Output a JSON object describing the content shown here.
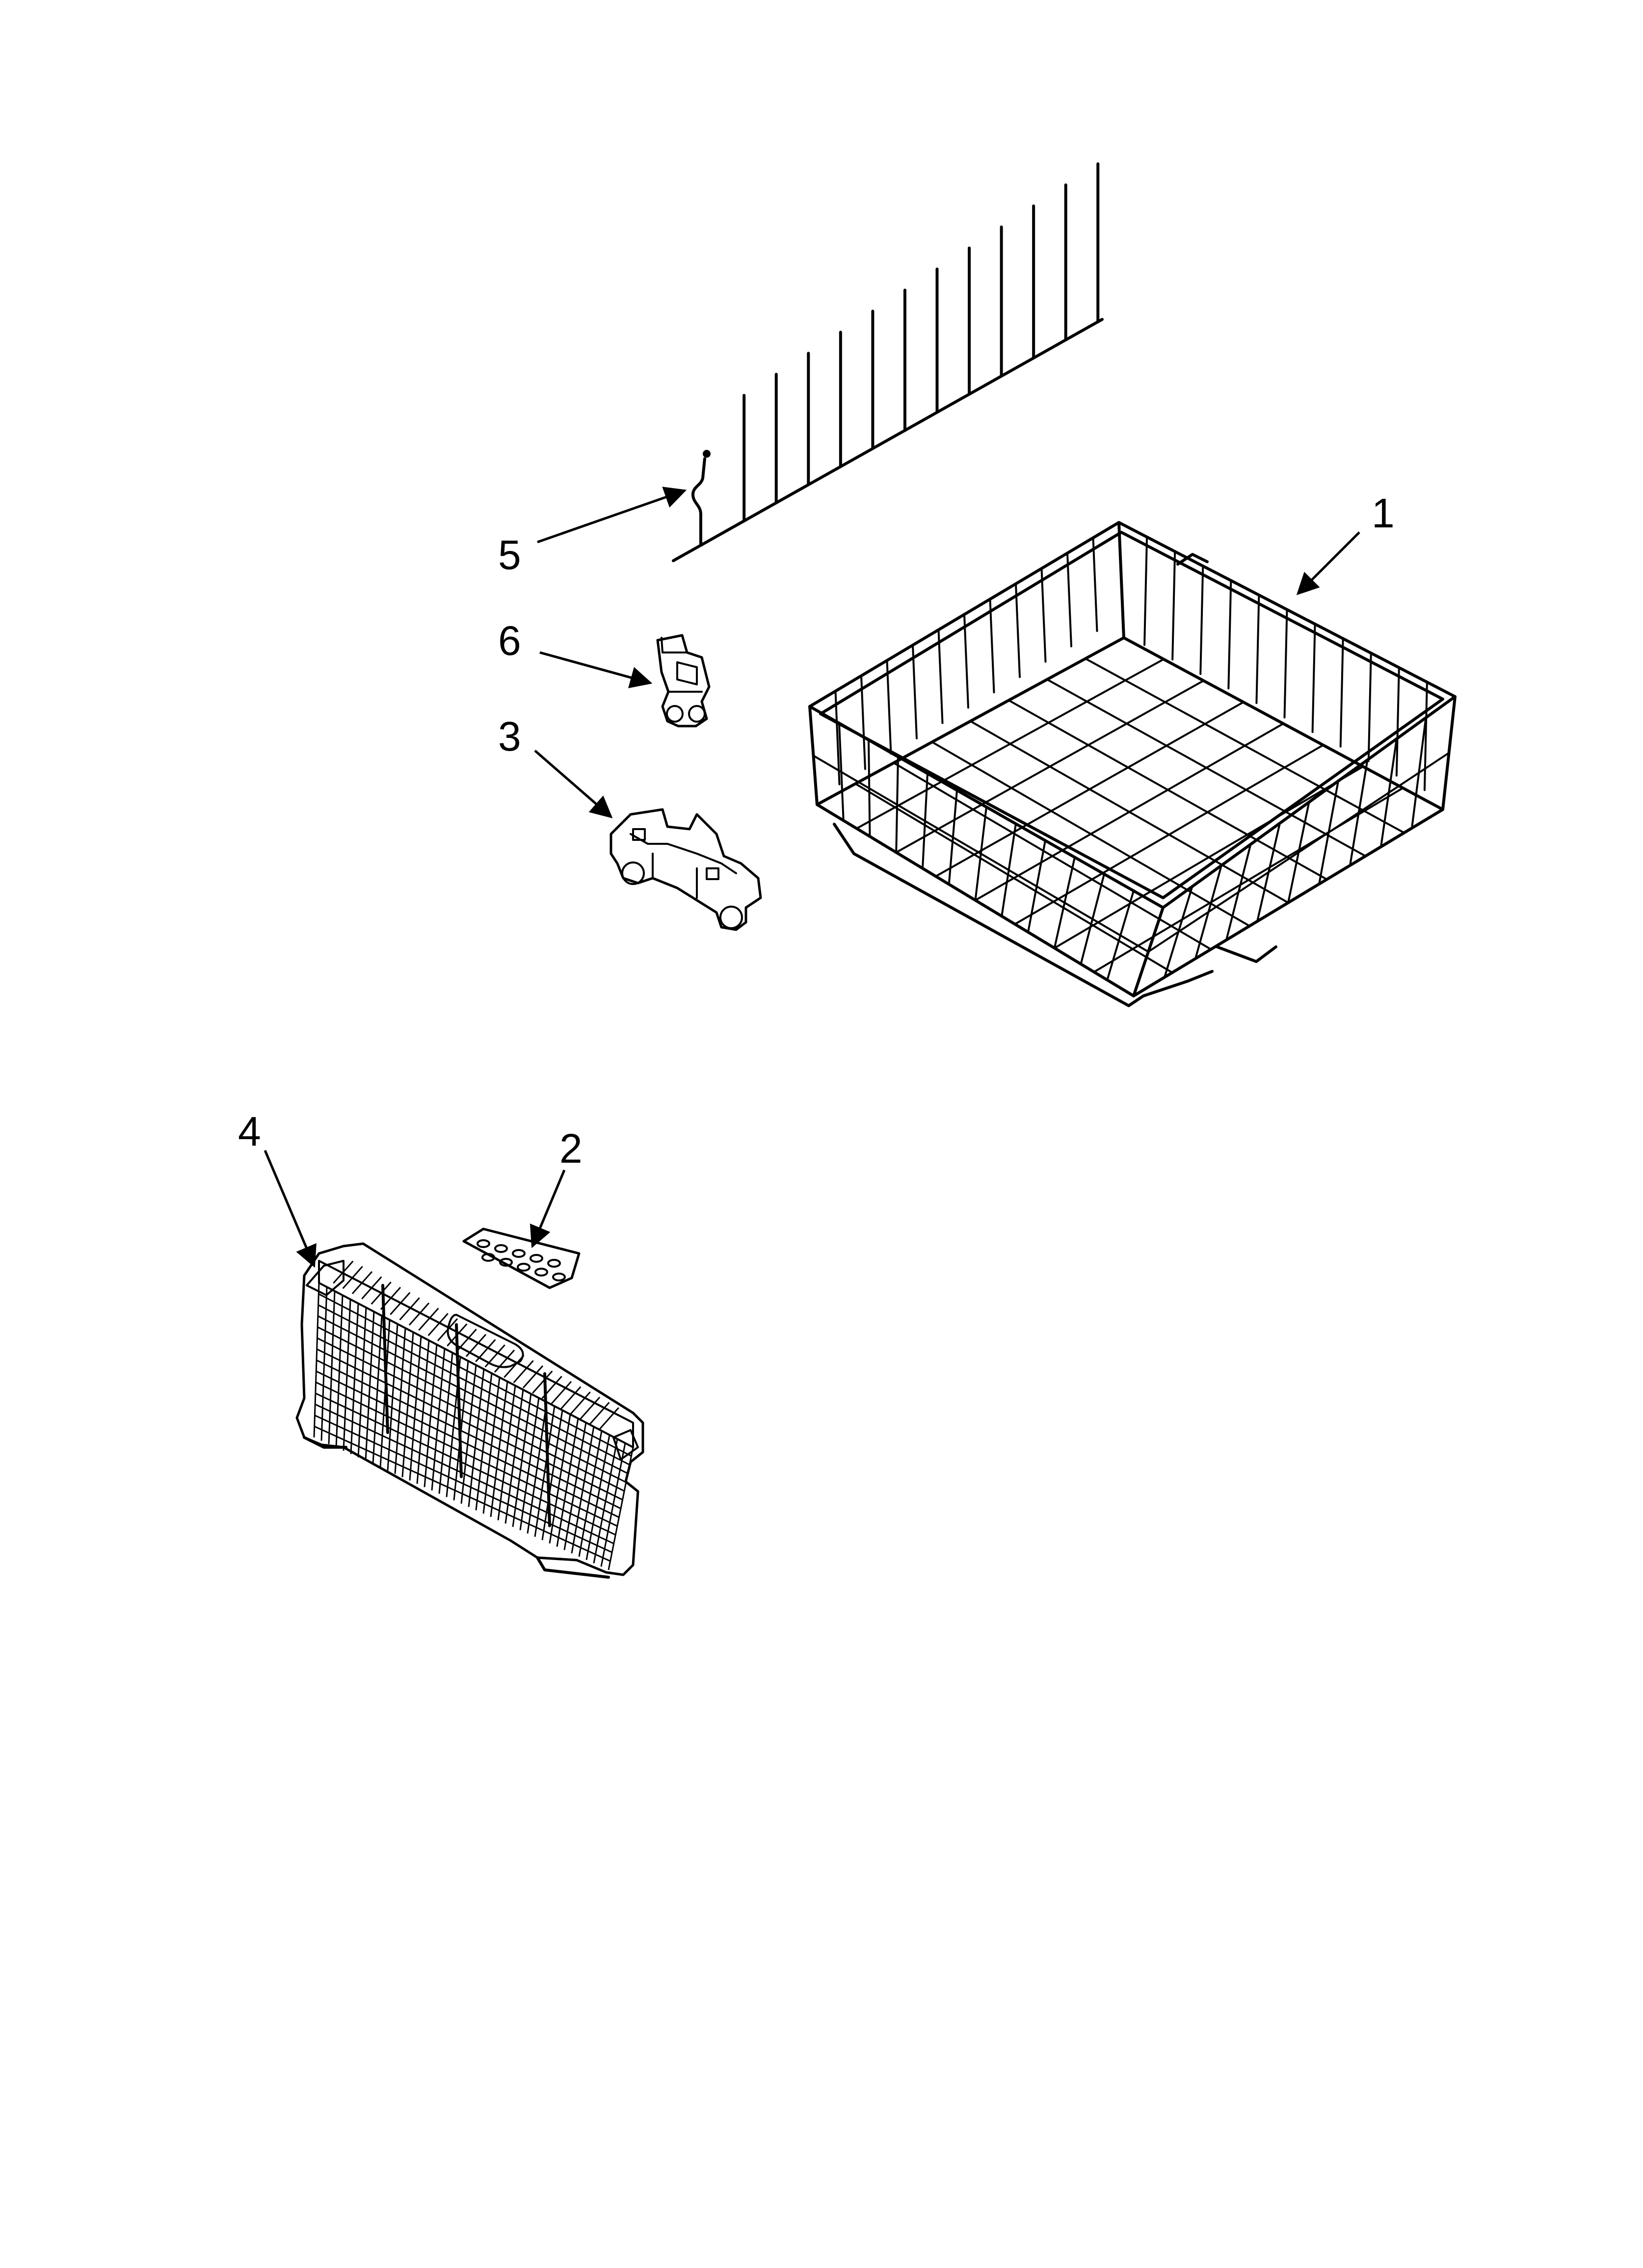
{
  "callouts": [
    {
      "id": "1",
      "label": "1"
    },
    {
      "id": "2",
      "label": "2"
    },
    {
      "id": "3",
      "label": "3"
    },
    {
      "id": "4",
      "label": "4"
    },
    {
      "id": "5",
      "label": "5"
    },
    {
      "id": "6",
      "label": "6"
    }
  ],
  "colors": {
    "line": "#000000",
    "background": "#ffffff"
  }
}
